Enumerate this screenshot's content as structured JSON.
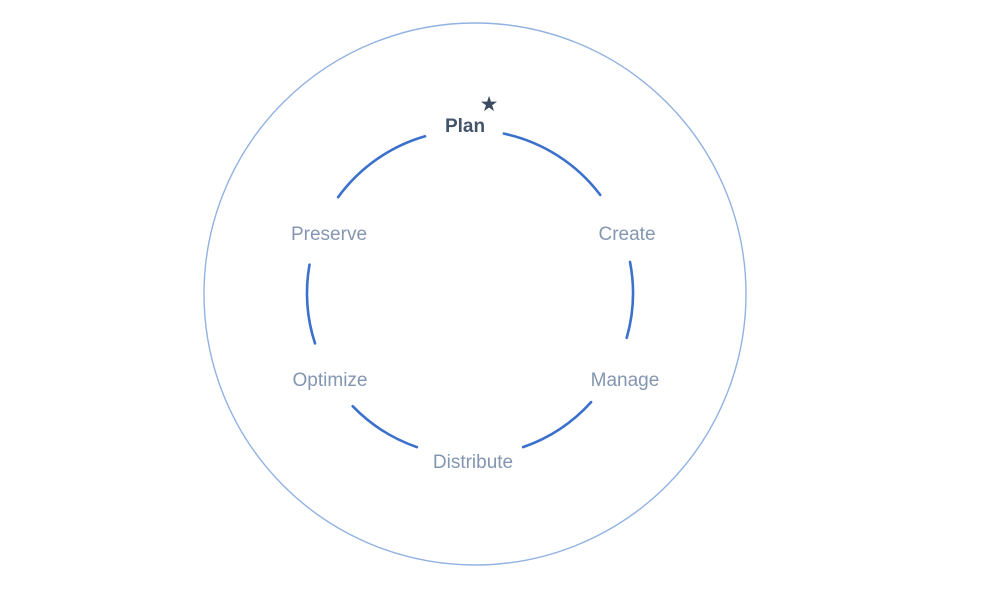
{
  "diagram": {
    "kind": "cycle",
    "stages": [
      {
        "id": "plan",
        "label": "Plan",
        "emphasis": true,
        "marker": "star"
      },
      {
        "id": "create",
        "label": "Create",
        "emphasis": false,
        "marker": null
      },
      {
        "id": "manage",
        "label": "Manage",
        "emphasis": false,
        "marker": null
      },
      {
        "id": "distribute",
        "label": "Distribute",
        "emphasis": false,
        "marker": null
      },
      {
        "id": "optimize",
        "label": "Optimize",
        "emphasis": false,
        "marker": null
      },
      {
        "id": "preserve",
        "label": "Preserve",
        "emphasis": false,
        "marker": null
      }
    ],
    "marker": {
      "name": "star-icon",
      "glyph": "★"
    },
    "colors": {
      "arc": "#3B70CB",
      "outer_ring": "#91B2E2",
      "label": "#8496B0",
      "label_emphasis": "#44546A",
      "star": "#3B4A63",
      "background": "#FFFFFF"
    }
  }
}
